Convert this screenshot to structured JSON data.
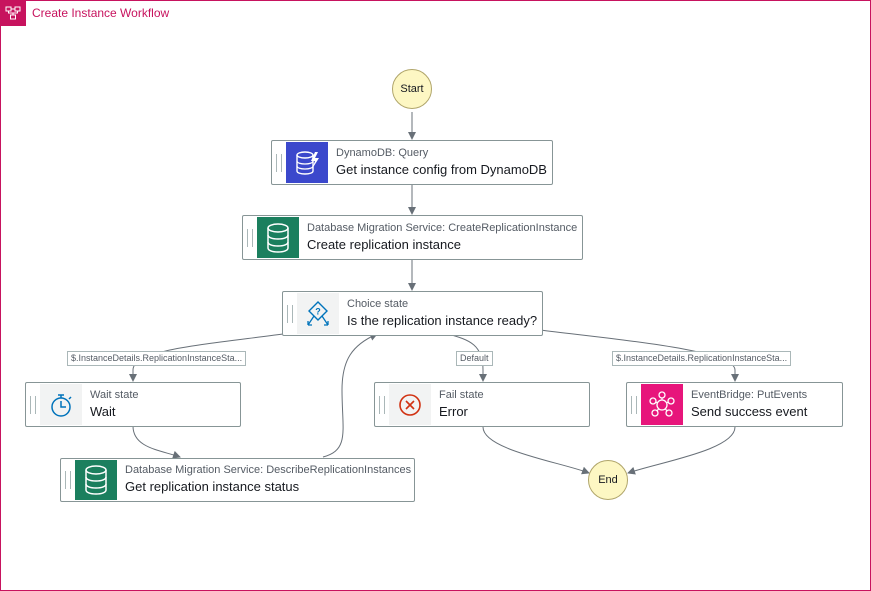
{
  "workflow": {
    "title": "Create Instance Workflow",
    "accent_color": "#c7135e",
    "icon": "step-functions-icon"
  },
  "nodes": {
    "start": {
      "label": "Start"
    },
    "end": {
      "label": "End"
    },
    "query": {
      "type": "DynamoDB: Query",
      "name": "Get instance config from DynamoDB",
      "icon": "dynamodb-icon",
      "icon_color": "#3b48cc"
    },
    "create": {
      "type": "Database Migration Service: CreateReplicationInstance",
      "name": "Create replication instance",
      "icon": "database-icon",
      "icon_color": "#1b7f5e"
    },
    "choice": {
      "type": "Choice state",
      "name": "Is the replication instance ready?",
      "icon": "choice-icon"
    },
    "wait": {
      "type": "Wait state",
      "name": "Wait",
      "icon": "stopwatch-icon"
    },
    "describe": {
      "type": "Database Migration Service: DescribeReplicationInstances",
      "name": "Get replication instance status",
      "icon": "database-icon",
      "icon_color": "#1b7f5e"
    },
    "fail": {
      "type": "Fail state",
      "name": "Error",
      "icon": "error-x-icon"
    },
    "event": {
      "type": "EventBridge: PutEvents",
      "name": "Send success event",
      "icon": "eventbridge-icon",
      "icon_color": "#e7157b"
    }
  },
  "edge_labels": {
    "to_wait": "$.InstanceDetails.ReplicationInstanceSta...",
    "default": "Default",
    "to_event": "$.InstanceDetails.ReplicationInstanceSta..."
  }
}
